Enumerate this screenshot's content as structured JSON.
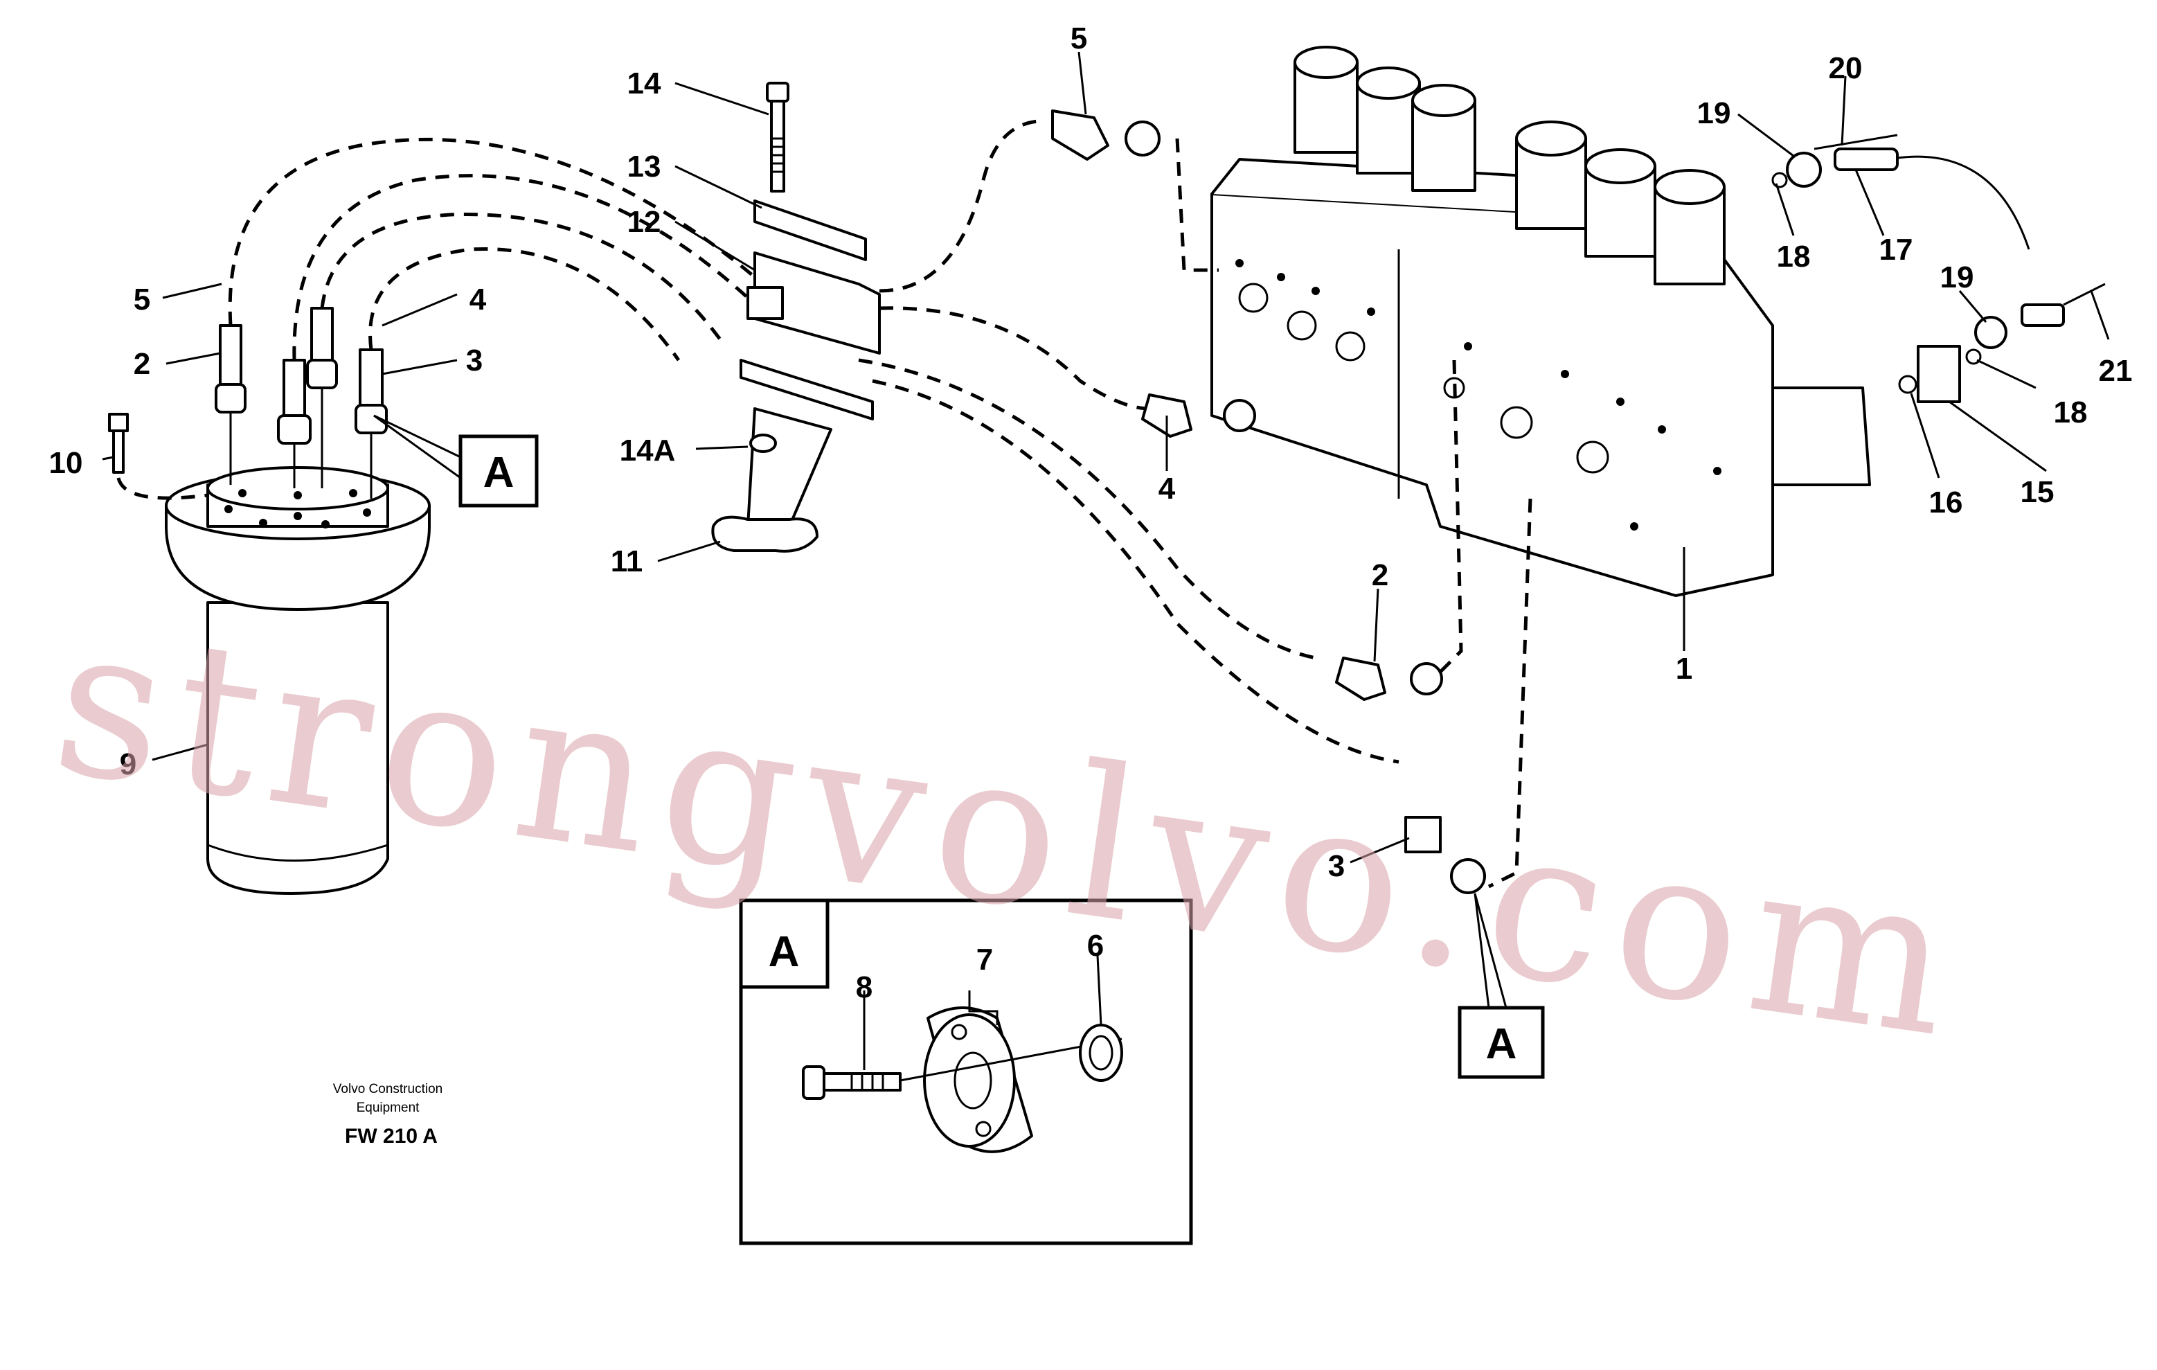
{
  "diagram": {
    "credit_line1": "Volvo Construction",
    "credit_line2": "Equipment",
    "figure_id": "FW 210 A",
    "watermark": "strongvolvo.com",
    "detail_view_label": "A",
    "callout_A_filter": "A",
    "callout_A_hose": "A",
    "callouts": {
      "c1": "1",
      "c2_filter": "2",
      "c2_valve": "2",
      "c3_filter": "3",
      "c3_valve": "3",
      "c4_filter": "4",
      "c4_valve": "4",
      "c5_filter": "5",
      "c5_valve": "5",
      "c6": "6",
      "c7": "7",
      "c8": "8",
      "c9": "9",
      "c10": "10",
      "c11": "11",
      "c12": "12",
      "c13": "13",
      "c14": "14",
      "c14a": "14A",
      "c15": "15",
      "c16": "16",
      "c17": "17",
      "c18_top": "18",
      "c18_bottom": "18",
      "c19_top": "19",
      "c19_bottom": "19",
      "c20": "20",
      "c21": "21"
    }
  }
}
